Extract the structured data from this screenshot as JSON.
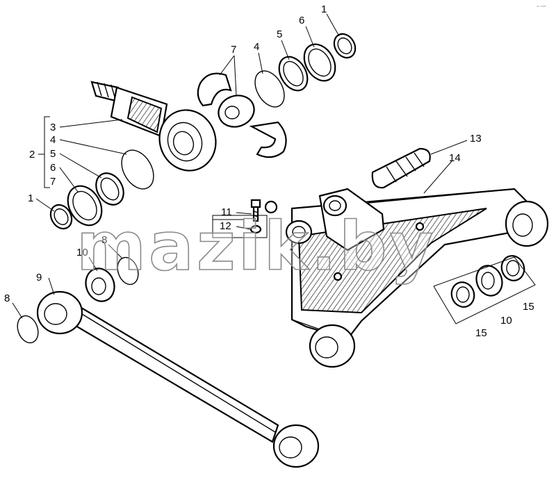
{
  "watermark": "mazik.by",
  "corner_mark": "ᵈʰ ¹⁰⁰⁰",
  "callouts": {
    "c1_top": "1",
    "c5_top": "5",
    "c6_top": "6",
    "c4_top": "4",
    "c7_top": "7",
    "g3": "3",
    "g4": "4",
    "g5": "5",
    "g6": "6",
    "g7": "7",
    "g2": "2",
    "c1_left": "1",
    "c13": "13",
    "c14": "14",
    "c11": "11",
    "c12": "12",
    "c10_mid": "10",
    "c8_mid": "8",
    "c9": "9",
    "c8_left": "8",
    "c15_a": "15",
    "c10_right": "10",
    "c15_b": "15"
  }
}
